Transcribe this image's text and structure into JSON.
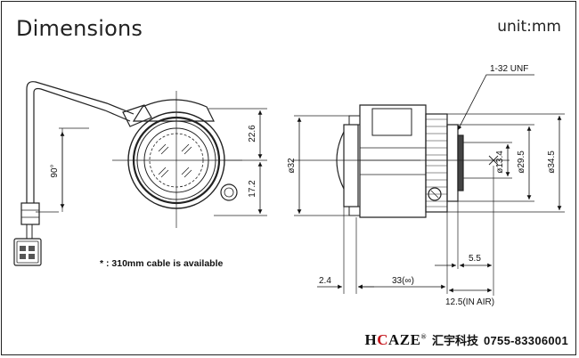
{
  "header": {
    "title": "Dimensions",
    "unit": "unit:mm"
  },
  "note": "* : 310mm  cable is available",
  "dimensions": {
    "front_upper": "22.6",
    "front_lower": "17.2",
    "cable_angle": "90°",
    "side_dia_body": "ø32",
    "thread_spec": "1-32 UNF",
    "dia_inner": "ø13.4",
    "dia_mid": "ø29.5",
    "dia_outer": "ø34.5",
    "mount_len": "5.5",
    "front_offset": "2.4",
    "body_len": "33(∞)",
    "flange_back": "12.5(IN AIR)"
  },
  "footer": {
    "brand_pre": "H",
    "brand_mark": "C",
    "brand_post": "AZE",
    "brand_reg": "®",
    "company": "汇宇科技",
    "phone": "0755-83306001"
  }
}
